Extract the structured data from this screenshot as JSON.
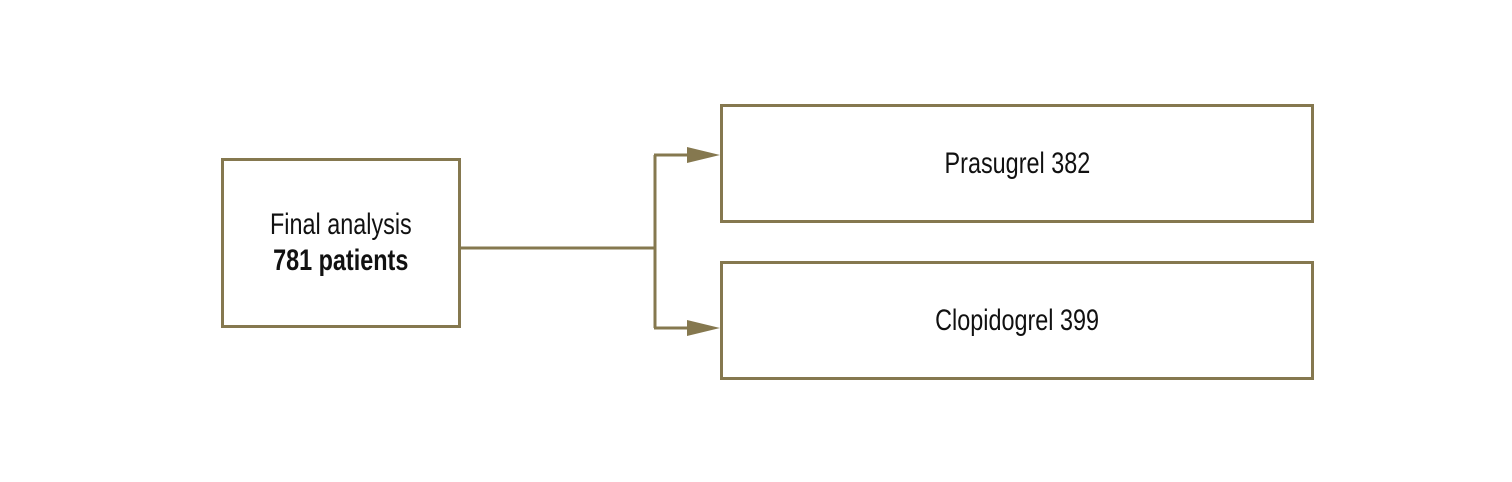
{
  "source": {
    "title": "Final analysis",
    "count_label": "781 patients"
  },
  "arms": [
    {
      "label": "Prasugrel 382"
    },
    {
      "label": "Clopidogrel 399"
    }
  ],
  "colors": {
    "line": "#85784f"
  }
}
